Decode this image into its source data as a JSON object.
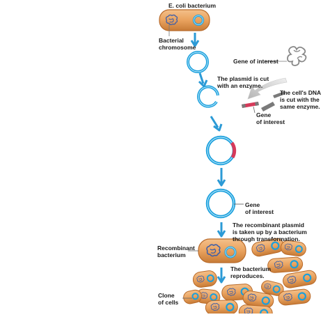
{
  "labels": {
    "title_species": "E. coli",
    "title_rest": " bacterium",
    "bacterial_chromosome": "Bacterial\nchromosome",
    "gene_of_interest_top": "Gene of interest",
    "plasmid_cut": "The plasmid is cut\nwith an enzyme.",
    "dna_cut": "The cell's DNA\nis cut with the\nsame enzyme.",
    "gene_of_interest_mid": "Gene\nof interest",
    "gene_of_interest_low": "Gene\nof interest",
    "recombinant_uptake": "The recombinant plasmid\nis taken up by a bacterium\nthrough transformation.",
    "recombinant_bacterium": "Recombinant\nbacterium",
    "bacterium_reproduces": "The bacterium\nreproduces.",
    "clone_of_cells": "Clone\nof cells"
  },
  "icons": {
    "step_arrow": "down-arrow-icon",
    "dna_arrow": "curved-arrow-icon"
  },
  "colors": {
    "plasmid": "#1a9fdc",
    "plasmid_light": "#8fd3f5",
    "cell_fill": "#e9a25e",
    "cell_edge": "#b86a2a",
    "chromosome": "#3f5fa8",
    "gene": "#d63a5a",
    "dna_grey": "#808080",
    "arrow": "#3aa6dc"
  }
}
